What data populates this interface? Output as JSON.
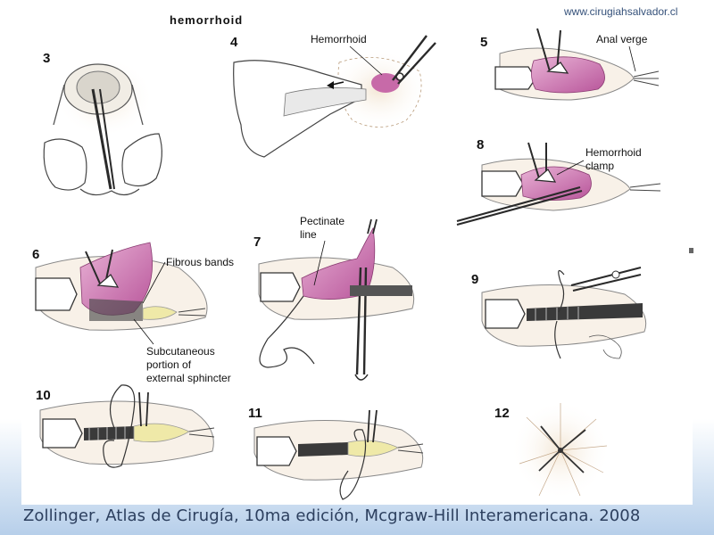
{
  "watermark": "www.cirugiahsalvador.cl",
  "citation": "Zollinger, Atlas de Cirugía, 10ma edición, Mcgraw-Hill Interamericana.  2008",
  "colors": {
    "hemorrhoid_tissue": "#c76aa8",
    "tissue_light": "#e6a7d0",
    "instrument": "#3a3a3a",
    "skin_outline": "#555555",
    "perianal_tint": "#ead9c2",
    "wound_yellow": "#efe9a8",
    "label_text": "#111111"
  },
  "figures": [
    {
      "number": "3",
      "labels": []
    },
    {
      "number": "4",
      "labels": [
        "Hemorrhoid"
      ]
    },
    {
      "number": "5",
      "labels": [
        "Anal verge"
      ]
    },
    {
      "number": "8",
      "labels": [
        "Hemorrhoid",
        "clamp"
      ]
    },
    {
      "number": "6",
      "labels": [
        "Fibrous bands",
        "Subcutaneous",
        "portion of",
        "external sphincter"
      ]
    },
    {
      "number": "7",
      "labels": [
        "Pectinate",
        "line"
      ]
    },
    {
      "number": "9",
      "labels": []
    },
    {
      "number": "10",
      "labels": []
    },
    {
      "number": "11",
      "labels": []
    },
    {
      "number": "12",
      "labels": []
    }
  ],
  "top_cut_label": "hemorrhoid"
}
